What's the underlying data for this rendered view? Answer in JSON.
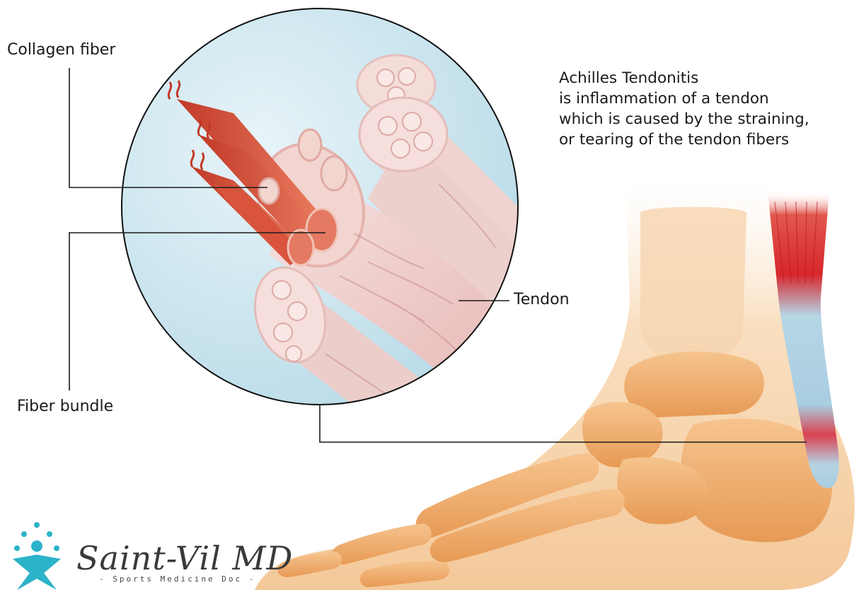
{
  "labels": {
    "collagen_fiber": "Collagen fiber",
    "fiber_bundle": "Fiber bundle",
    "tendon": "Tendon"
  },
  "caption": {
    "line1": "Achilles Tendonitis",
    "line2": "is inflammation of a tendon",
    "line3": "which is caused by the straining,",
    "line4": "or tearing of the tendon fibers"
  },
  "logo": {
    "name": "Saint-Vil MD",
    "tagline": "- Sports Medicine Doc -"
  },
  "colors": {
    "background": "#ffffff",
    "magnifier_bg": "#cfe6ef",
    "tendon_sheath": "#f3d6d3",
    "collagen": "#d9533d",
    "skin": "#f8dcb8",
    "bone": "#f0a860",
    "achilles_red": "#d8262d",
    "achilles_blue": "#a9cde0",
    "logo_teal": "#2bb3c9"
  }
}
